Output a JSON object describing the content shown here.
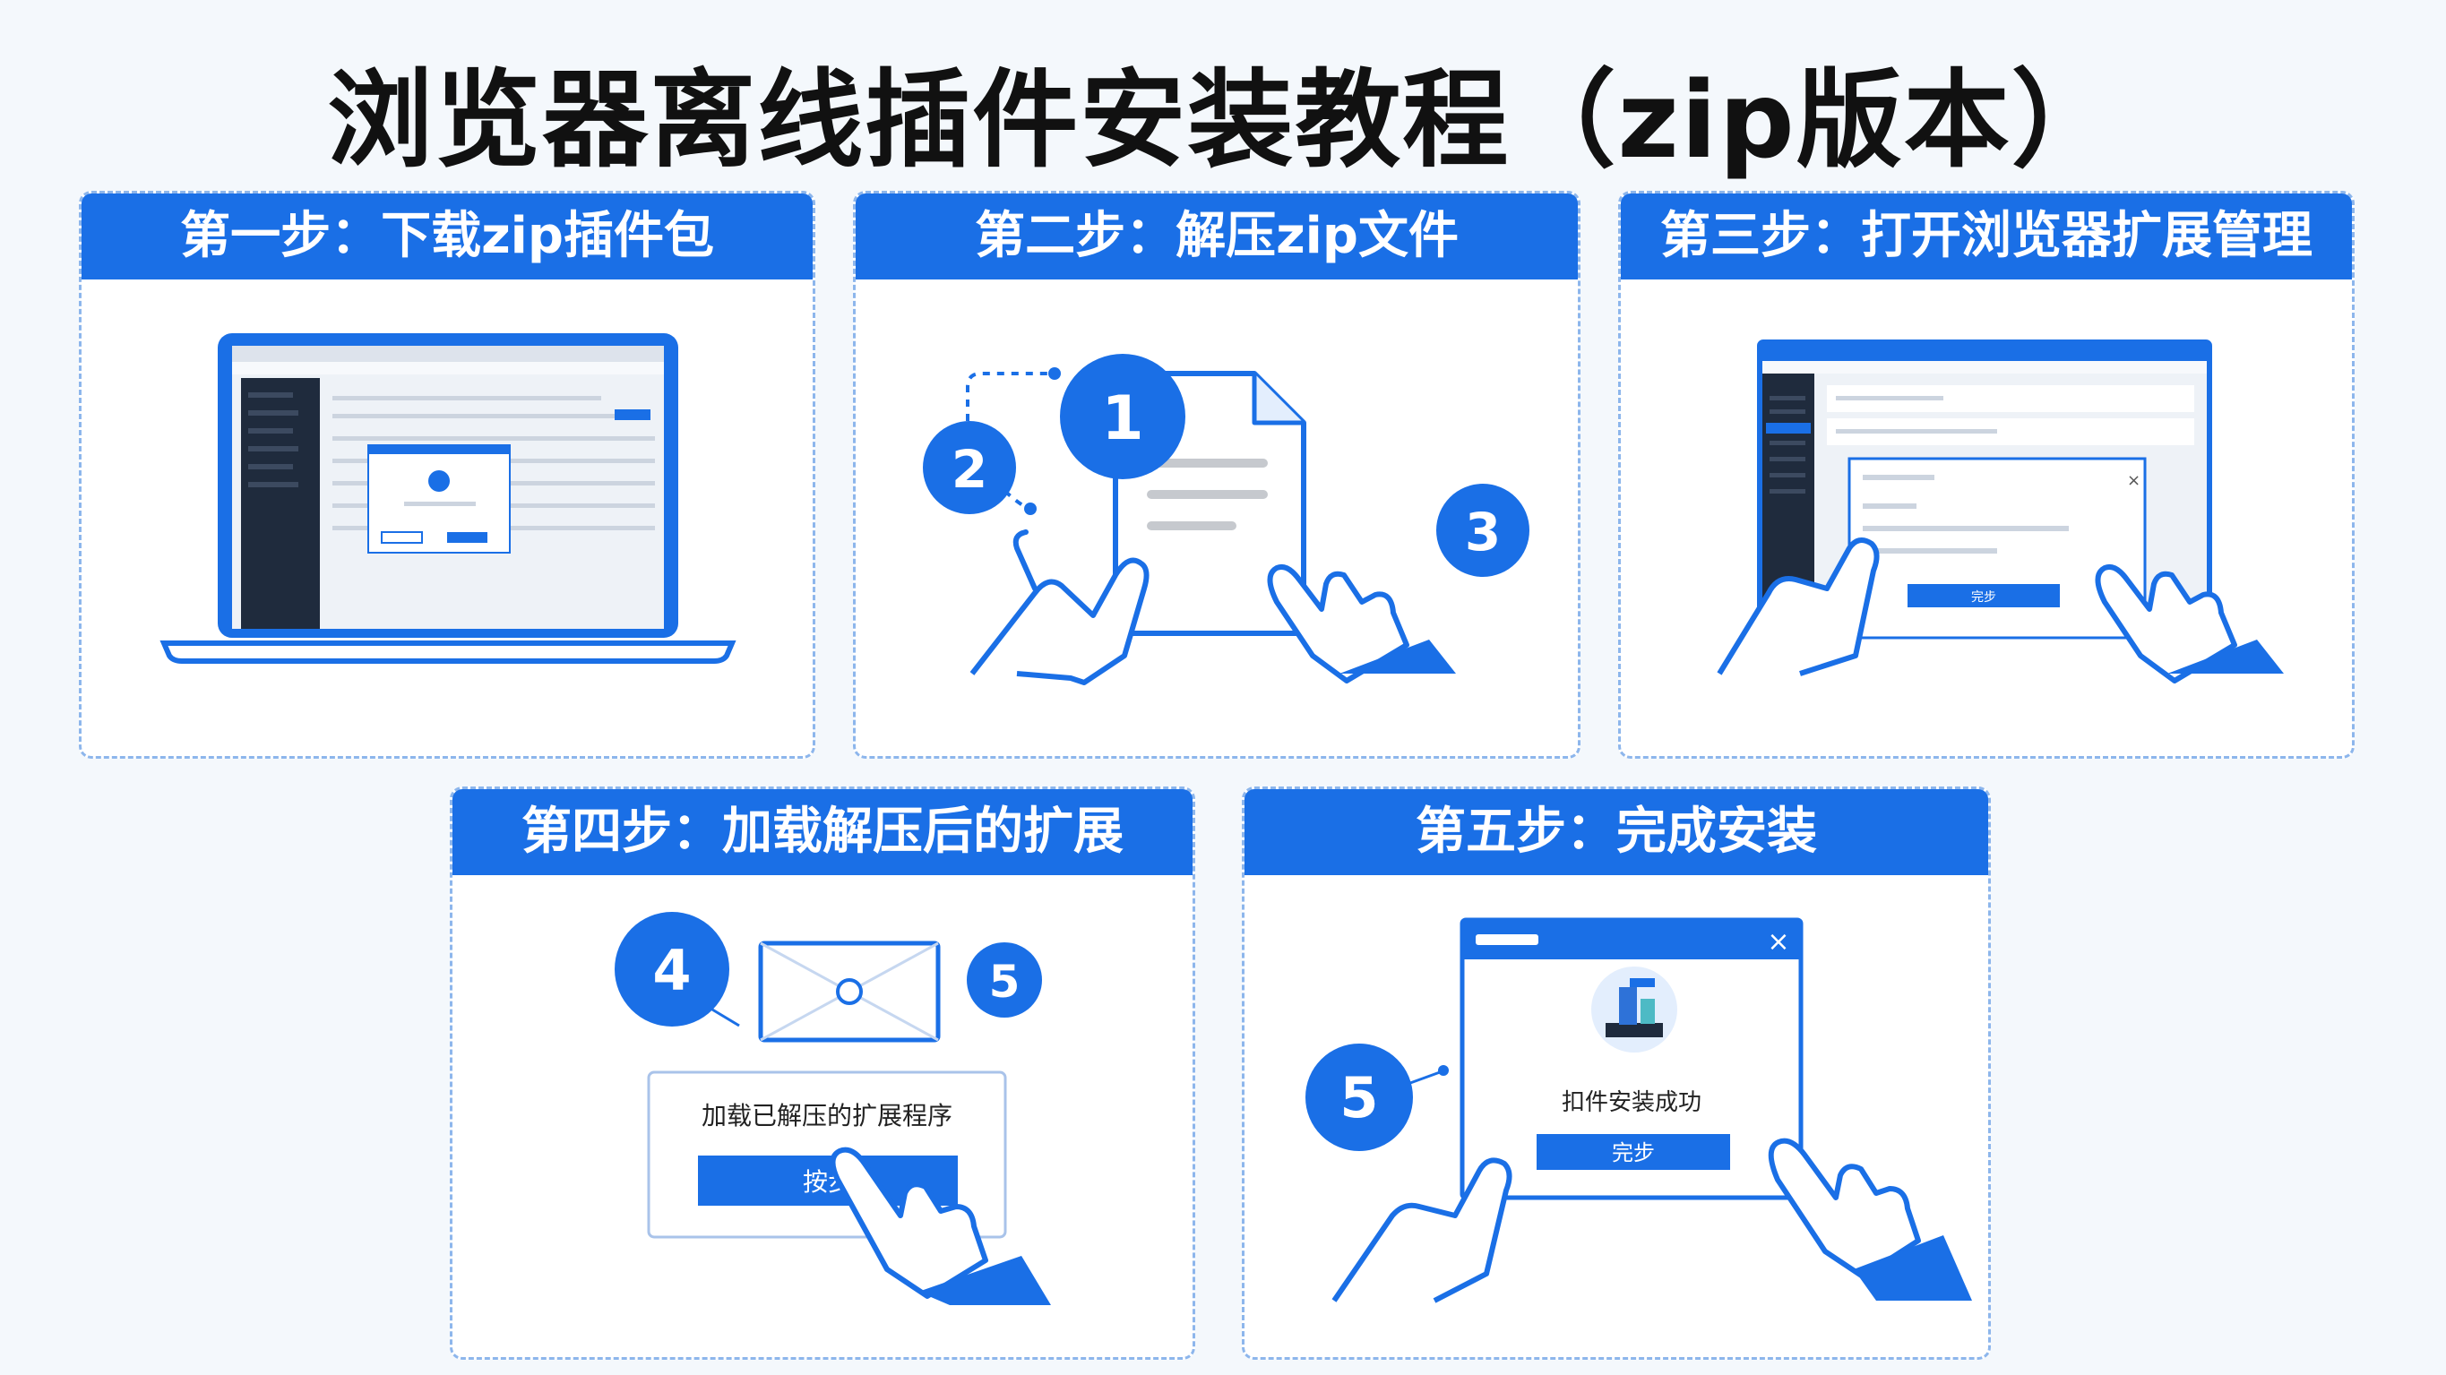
{
  "title": "浏览器离线插件安装教程（zip版本）",
  "colors": {
    "accent": "#1a6fe6",
    "dark_sidebar": "#1f2b3d",
    "card_border": "#8db6ec"
  },
  "steps": [
    {
      "heading": "第一步：下载zip插件包"
    },
    {
      "heading": "第二步：解压zip文件",
      "badges": [
        "1",
        "2",
        "3"
      ]
    },
    {
      "heading": "第三步：打开浏览器扩展管理",
      "button_label": "完步"
    },
    {
      "heading": "第四步：加载解压后的扩展",
      "badges": [
        "4",
        "5"
      ],
      "dialog_text": "加载已解压的扩展程序",
      "button_label": "按步"
    },
    {
      "heading": "第五步：完成安装",
      "badges": [
        "5"
      ],
      "dialog_text": "扣件安装成功",
      "button_label": "完步"
    }
  ],
  "icons": [
    "laptop-icon",
    "document-icon",
    "hand-icon",
    "close-icon",
    "plugin-icon"
  ]
}
